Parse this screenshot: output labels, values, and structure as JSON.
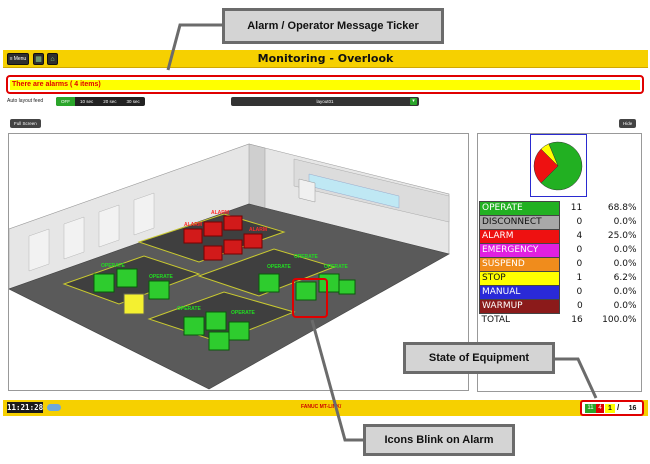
{
  "header": {
    "menu_label": "Menu",
    "title": "Monitoring - Overlook"
  },
  "ticker": {
    "message": "There are alarms ( 4 items)"
  },
  "feed": {
    "label": "Auto layout feed",
    "options": [
      "OFF",
      "10 sec",
      "20 sec",
      "30 sec"
    ],
    "selected": "OFF"
  },
  "layout_select": {
    "value": "layout01"
  },
  "buttons": {
    "full_screen": "Full Screen",
    "hide": "Hide"
  },
  "floor": {
    "labels": [
      "OPERATE",
      "OPERATE",
      "OPERATE",
      "OPERATE",
      "OPERATE",
      "OPERATE",
      "OPERATE",
      "ALARM",
      "ALARM",
      "ALARM"
    ]
  },
  "stats": {
    "rows": [
      {
        "name": "OPERATE",
        "count": "11",
        "pct": "68.8%",
        "color": "#22b022"
      },
      {
        "name": "DISCONNECT",
        "count": "0",
        "pct": "0.0%",
        "color": "#a8a8a8"
      },
      {
        "name": "ALARM",
        "count": "4",
        "pct": "25.0%",
        "color": "#ee1111"
      },
      {
        "name": "EMERGENCY",
        "count": "0",
        "pct": "0.0%",
        "color": "#e020e0"
      },
      {
        "name": "SUSPEND",
        "count": "0",
        "pct": "0.0%",
        "color": "#f08c1c"
      },
      {
        "name": "STOP",
        "count": "1",
        "pct": "6.2%",
        "color": "#ffff00"
      },
      {
        "name": "MANUAL",
        "count": "0",
        "pct": "0.0%",
        "color": "#2a2ad8"
      },
      {
        "name": "WARMUP",
        "count": "0",
        "pct": "0.0%",
        "color": "#8b1a1a"
      }
    ],
    "total": {
      "name": "TOTAL",
      "count": "16",
      "pct": "100.0%"
    }
  },
  "pie": {
    "slices": [
      {
        "name": "OPERATE",
        "value": 11,
        "color": "#22b022"
      },
      {
        "name": "ALARM",
        "value": 4,
        "color": "#ee1111"
      },
      {
        "name": "STOP",
        "value": 1,
        "color": "#ffff00"
      }
    ]
  },
  "footer": {
    "clock": "11:21:28",
    "brand": "FANUC MT-LINK/"
  },
  "state_summary": {
    "green": "11",
    "red": "4",
    "yellow": "1",
    "separator": "/",
    "total": "16"
  },
  "callouts": {
    "ticker": "Alarm / Operator Message Ticker",
    "state": "State of Equipment",
    "blink": "Icons Blink on Alarm"
  }
}
